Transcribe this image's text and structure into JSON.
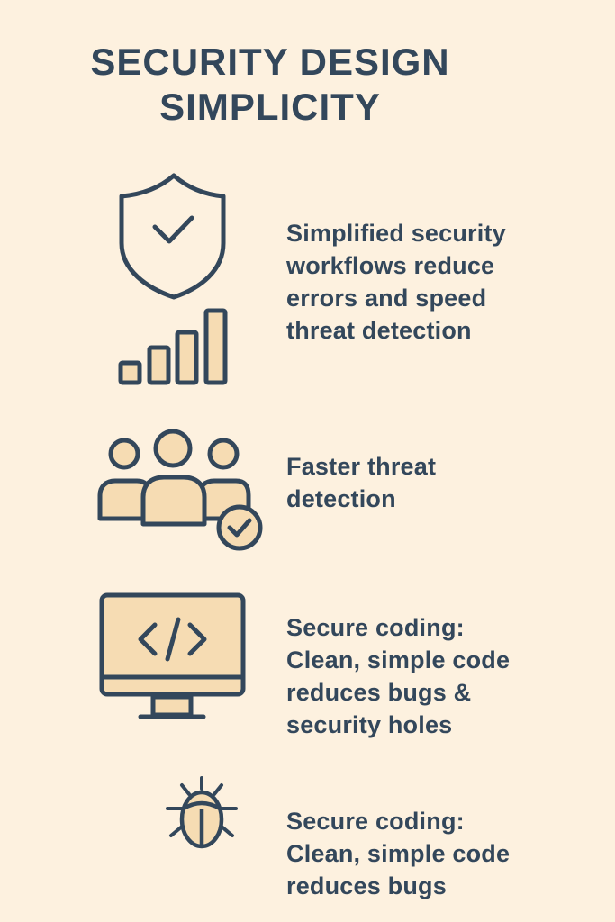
{
  "title": {
    "line1": "SECURITY DESIGN",
    "line2": "SIMPLICITY"
  },
  "colors": {
    "background": "#fdf1df",
    "ink": "#33475b",
    "fill": "#f6dcb3"
  },
  "items": [
    {
      "icons": [
        "shield-check-icon",
        "bar-chart-icon"
      ],
      "lines": [
        "Simplified security",
        "workflows reduce",
        "errors and speed",
        "threat detection"
      ]
    },
    {
      "icons": [
        "team-check-icon"
      ],
      "lines": [
        "Faster threat",
        "detection"
      ]
    },
    {
      "icons": [
        "monitor-code-icon"
      ],
      "lines": [
        "Secure coding:",
        "Clean, simple code",
        "reduces bugs &",
        "security holes"
      ]
    },
    {
      "icons": [
        "bug-icon"
      ],
      "lines": [
        "Secure coding:",
        "Clean, simple code",
        "reduces bugs"
      ]
    }
  ]
}
